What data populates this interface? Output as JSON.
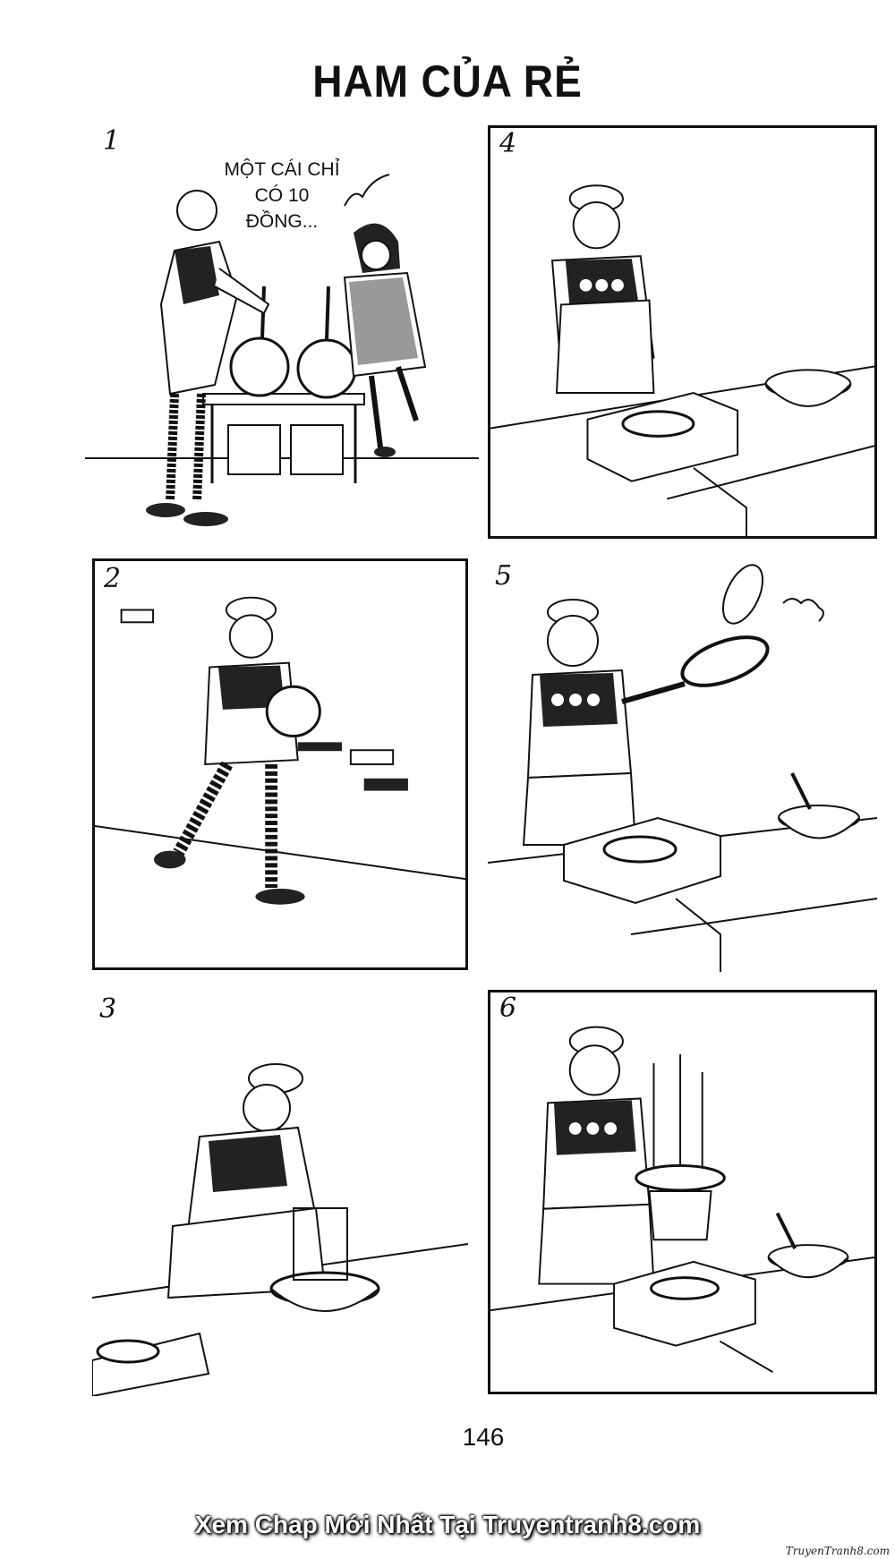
{
  "title": "HAM CỦA RẺ",
  "panels": [
    {
      "number": "1"
    },
    {
      "number": "2"
    },
    {
      "number": "3"
    },
    {
      "number": "4"
    },
    {
      "number": "5"
    },
    {
      "number": "6"
    }
  ],
  "speech_bubble": "MỘT CÁI CHỈ CÓ 10 ĐỒNG...",
  "page_number": "146",
  "watermark": "Xem Chap Mới Nhất Tại Truyentranh8.com",
  "corner_logo": "TruyenTranh8.com"
}
